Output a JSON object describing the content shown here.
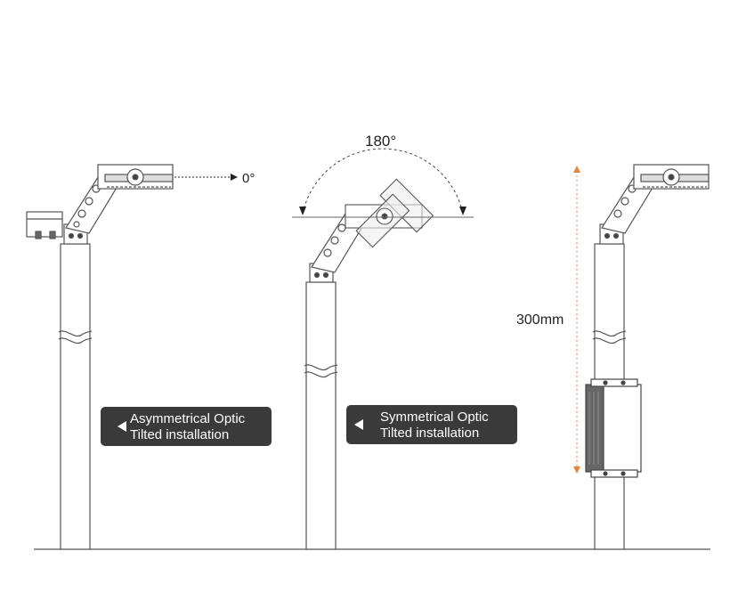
{
  "annotations": {
    "zero_angle": "0°",
    "sweep_angle": "180°",
    "height": "300mm"
  },
  "badges": [
    {
      "line1": "Asymmetrical Optic",
      "line2": "Tilted installation"
    },
    {
      "line1": "Symmetrical Optic",
      "line2": "Tilted installation"
    }
  ],
  "colors": {
    "line": "#555555",
    "badge_bg": "#3a3a3a",
    "badge_text": "#ffffff",
    "dimension": "#e8853a"
  }
}
